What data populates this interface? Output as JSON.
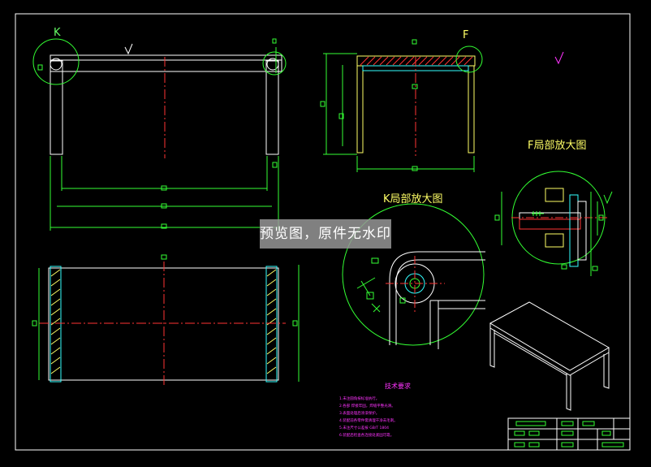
{
  "watermark": "预览图，原件无水印",
  "views": {
    "k_label": "K",
    "f_label": "F",
    "k_detail_title": "K局部放大图",
    "f_detail_title": "F局部放大图"
  },
  "tech_requirements": {
    "title": "技术要求",
    "notes": [
      "1.未注圆角按标准执行。",
      "2.各部   焊接牢固，焊缝平整光滑。",
      "3.表面处理后涂漆保护。",
      "4.装配前各零件需清理干净去毛刺。",
      "5.未注尺寸公差按   GB/T 1804",
      "6.装配后检查各连接处紧固可靠。"
    ]
  },
  "colors": {
    "outline": "#ffffff",
    "dimension": "#33ff33",
    "centerline": "#ff3333",
    "hatch": "#ffff66",
    "annotation": "#ff33ff",
    "section": "#33ffff",
    "frame": "#ffffff"
  }
}
